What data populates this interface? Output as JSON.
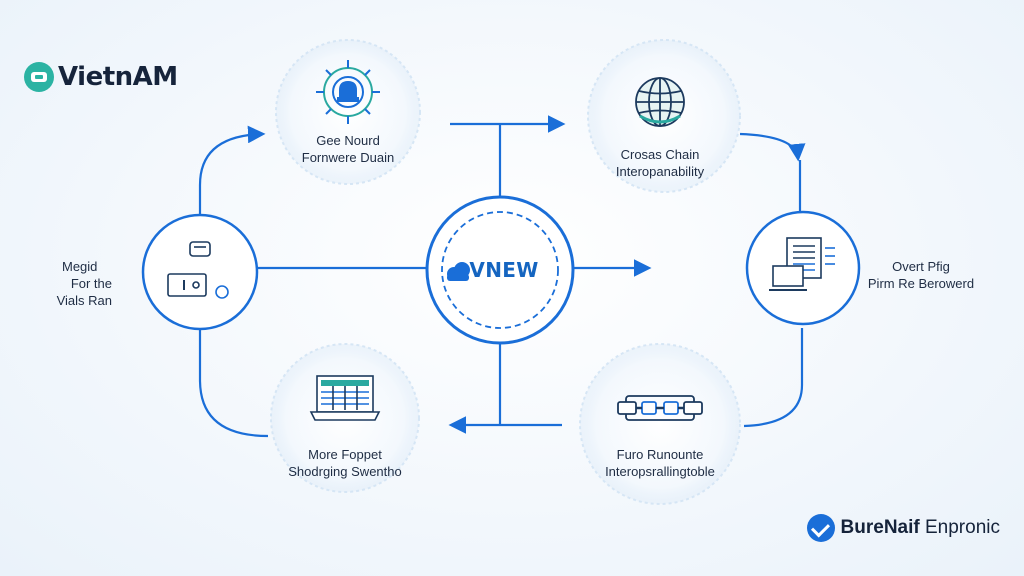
{
  "brand": {
    "name": "VietnAM",
    "logo_icon": "bridge-logo-icon",
    "color": "#2bb3a3"
  },
  "center": {
    "label": "VNEW",
    "icon": "cloud-icon"
  },
  "nodes": {
    "top_left": {
      "lines": [
        "Gee Nourd",
        "Fornwere Duain"
      ],
      "icon": "bell-target-icon"
    },
    "top_right": {
      "lines": [
        "Crosas Chain",
        "Interopanability"
      ],
      "icon": "globe-icon"
    },
    "left": {
      "lines": [
        "Megid",
        "For the",
        "Vials Ran"
      ],
      "icon": "device-panel-icon"
    },
    "right": {
      "lines": [
        "Overt Pfig",
        "Pirm Re Berowerd"
      ],
      "icon": "document-laptop-icon"
    },
    "bottom_left": {
      "lines": [
        "More Foppet",
        "Shodrging Swentho"
      ],
      "icon": "monitor-table-icon"
    },
    "bottom_right": {
      "lines": [
        "Furo Runounte",
        "Interopsrallingtoble"
      ],
      "icon": "chain-link-icon"
    }
  },
  "footer": {
    "bold": "BureNaif",
    "rest": " Enpronic",
    "icon": "check-circle-icon"
  },
  "colors": {
    "stroke": "#1a6ed8",
    "node_fill": "#ffffff",
    "halo": "#d9e8f6",
    "text": "#1f2d44"
  }
}
